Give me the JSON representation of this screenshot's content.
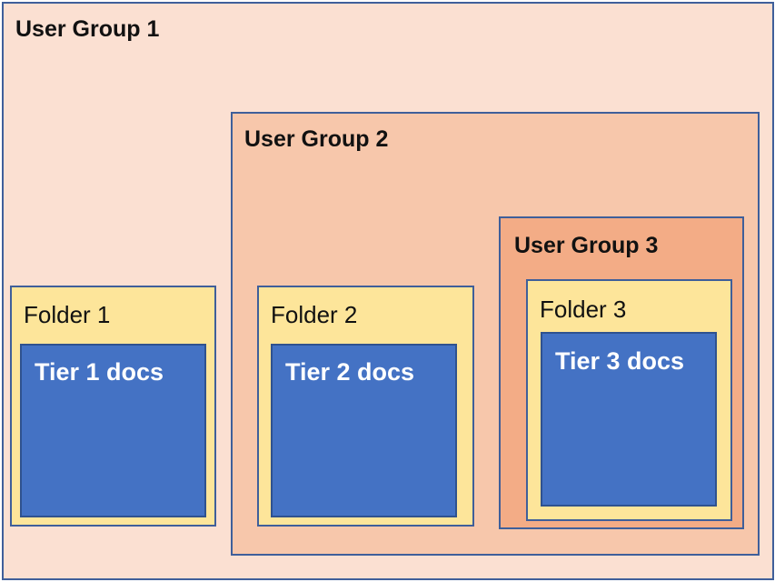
{
  "groups": [
    {
      "label": "User Group 1"
    },
    {
      "label": "User Group 2"
    },
    {
      "label": "User Group 3"
    }
  ],
  "folders": [
    {
      "label": "Folder 1",
      "docs": "Tier 1 docs"
    },
    {
      "label": "Folder 2",
      "docs": "Tier 2 docs"
    },
    {
      "label": "Folder 3",
      "docs": "Tier 3 docs"
    }
  ],
  "colors": {
    "group1_fill": "#fbe0d2",
    "group2_fill": "#f7c7ab",
    "group3_fill": "#f3ac86",
    "folder_fill": "#fde59a",
    "docs_fill": "#4472c4",
    "border": "#3f5f9a"
  }
}
